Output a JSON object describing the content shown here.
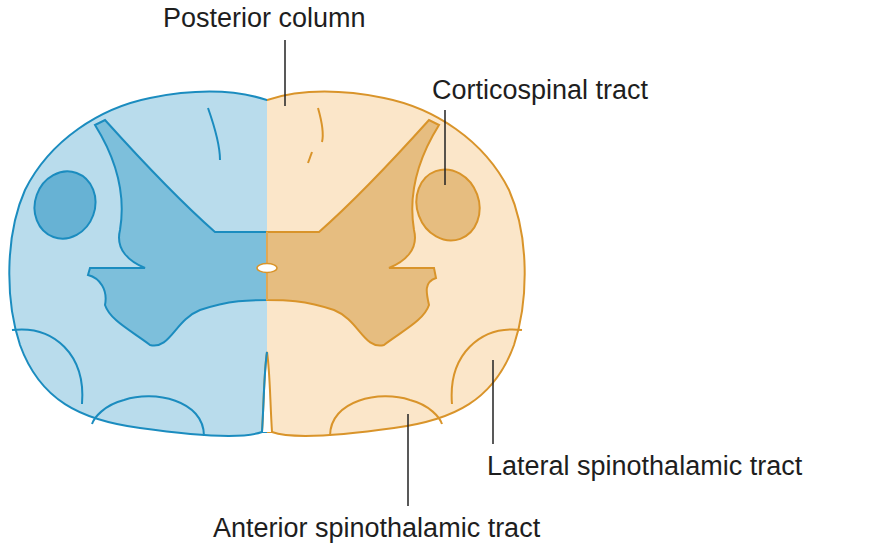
{
  "diagram": {
    "labels": [
      "Posterior column",
      "Corticospinal tract",
      "Lateral spinothalamic tract",
      "Anterior spinothalamic tract"
    ]
  }
}
